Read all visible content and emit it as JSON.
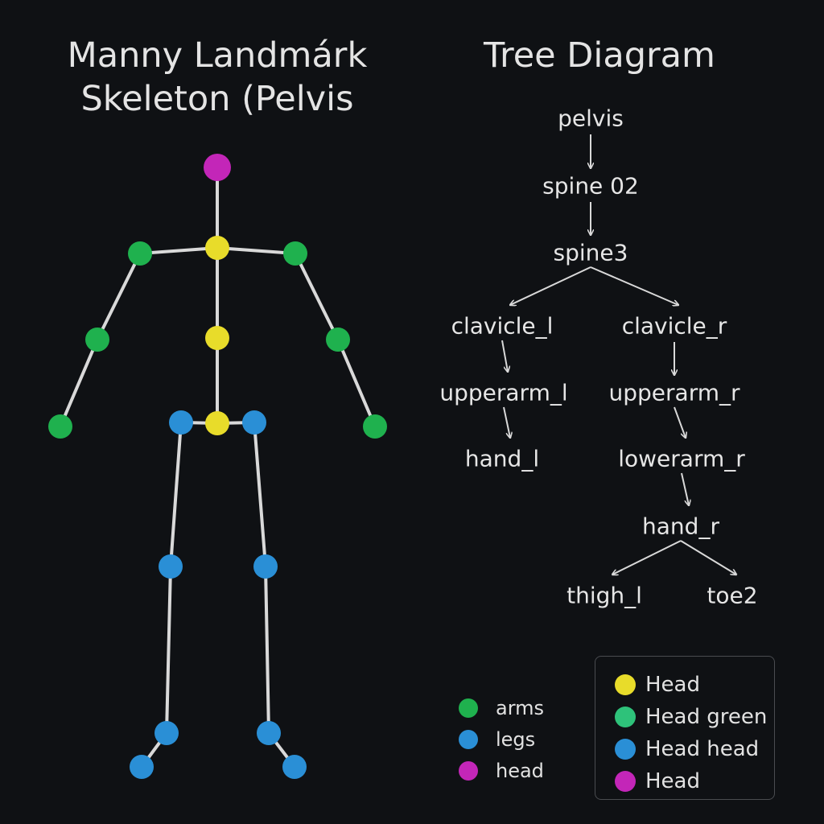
{
  "titles": {
    "left_line1": "Manny Landmárk",
    "left_line2": "Skeleton (Pelvis",
    "right": "Tree Diagram"
  },
  "colors": {
    "background": "#0f1114",
    "bone": "#d9d9d9",
    "arms": "#1fb14e",
    "legs": "#2a8fd6",
    "head": "#c326b8",
    "spine": "#e8dc2a",
    "green_light": "#2ec27a"
  },
  "skeleton": {
    "joints": [
      {
        "id": "head",
        "group": "head"
      },
      {
        "id": "neck",
        "group": "spine"
      },
      {
        "id": "spine",
        "group": "spine"
      },
      {
        "id": "pelvis",
        "group": "spine"
      },
      {
        "id": "shoulder_l",
        "group": "arms"
      },
      {
        "id": "elbow_l",
        "group": "arms"
      },
      {
        "id": "hand_l",
        "group": "arms"
      },
      {
        "id": "shoulder_r",
        "group": "arms"
      },
      {
        "id": "elbow_r",
        "group": "arms"
      },
      {
        "id": "hand_r",
        "group": "arms"
      },
      {
        "id": "hip_l",
        "group": "legs"
      },
      {
        "id": "knee_l",
        "group": "legs"
      },
      {
        "id": "ankle_l",
        "group": "legs"
      },
      {
        "id": "toe_l",
        "group": "legs"
      },
      {
        "id": "hip_r",
        "group": "legs"
      },
      {
        "id": "knee_r",
        "group": "legs"
      },
      {
        "id": "ankle_r",
        "group": "legs"
      },
      {
        "id": "toe_r",
        "group": "legs"
      }
    ],
    "bones": [
      [
        "head",
        "neck"
      ],
      [
        "neck",
        "spine"
      ],
      [
        "spine",
        "pelvis"
      ],
      [
        "neck",
        "shoulder_l"
      ],
      [
        "shoulder_l",
        "elbow_l"
      ],
      [
        "elbow_l",
        "hand_l"
      ],
      [
        "neck",
        "shoulder_r"
      ],
      [
        "shoulder_r",
        "elbow_r"
      ],
      [
        "elbow_r",
        "hand_r"
      ],
      [
        "hip_l",
        "pelvis"
      ],
      [
        "pelvis",
        "hip_r"
      ],
      [
        "hip_l",
        "knee_l"
      ],
      [
        "knee_l",
        "ankle_l"
      ],
      [
        "ankle_l",
        "toe_l"
      ],
      [
        "hip_r",
        "knee_r"
      ],
      [
        "knee_r",
        "ankle_r"
      ],
      [
        "ankle_r",
        "toe_r"
      ]
    ]
  },
  "tree": {
    "nodes": [
      {
        "id": "pelvis",
        "label": "pelvis"
      },
      {
        "id": "spine02",
        "label": "spine 02"
      },
      {
        "id": "spine3",
        "label": "spine3"
      },
      {
        "id": "clavicle_l",
        "label": "clavicle_l"
      },
      {
        "id": "clavicle_r",
        "label": "clavicle_r"
      },
      {
        "id": "upperarm_l",
        "label": "upperarm_l"
      },
      {
        "id": "upperarm_r",
        "label": "upperarm_r"
      },
      {
        "id": "hand_l",
        "label": "hand_l"
      },
      {
        "id": "lowerarm_r",
        "label": "lowerarm_r"
      },
      {
        "id": "hand_r",
        "label": "hand_r"
      },
      {
        "id": "thigh_l",
        "label": "thigh_l"
      },
      {
        "id": "toe2",
        "label": "toe2"
      }
    ],
    "edges": [
      [
        "pelvis",
        "spine02"
      ],
      [
        "spine02",
        "spine3"
      ],
      [
        "spine3",
        "clavicle_l"
      ],
      [
        "spine3",
        "clavicle_r"
      ],
      [
        "clavicle_l",
        "upperarm_l"
      ],
      [
        "upperarm_l",
        "hand_l"
      ],
      [
        "clavicle_r",
        "upperarm_r"
      ],
      [
        "upperarm_r",
        "lowerarm_r"
      ],
      [
        "lowerarm_r",
        "hand_r"
      ],
      [
        "hand_r",
        "thigh_l"
      ],
      [
        "hand_r",
        "toe2"
      ]
    ]
  },
  "legend_left": [
    {
      "label": "arms",
      "color": "#1fb14e"
    },
    {
      "label": "legs",
      "color": "#2a8fd6"
    },
    {
      "label": "head",
      "color": "#c326b8"
    }
  ],
  "legend_box": [
    {
      "label": "Head",
      "color": "#e8dc2a"
    },
    {
      "label": "Head green",
      "color": "#2ec27a"
    },
    {
      "label": "Head head",
      "color": "#2a8fd6"
    },
    {
      "label": "Head",
      "color": "#c326b8"
    }
  ]
}
